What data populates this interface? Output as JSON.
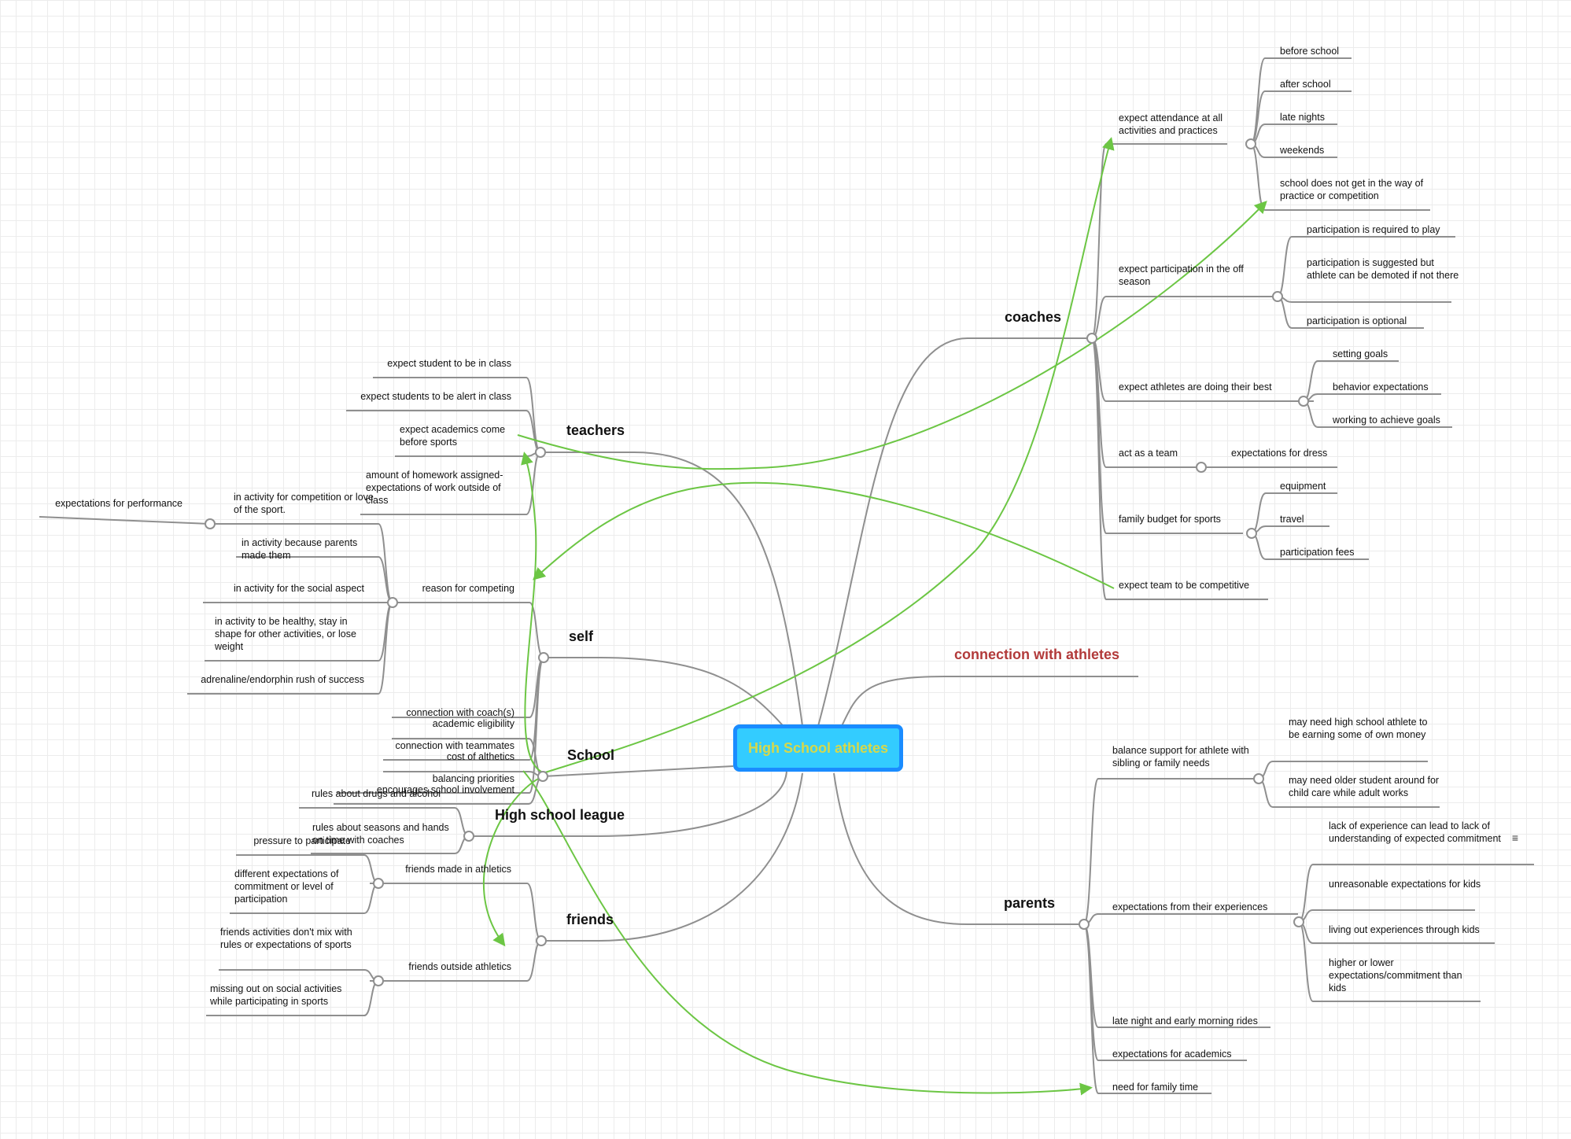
{
  "central": "High School athletes",
  "colors": {
    "connector": "#8f8f8f",
    "relation": "#6cc644",
    "central_border": "#1a8cff",
    "central_fill": "#33ccff",
    "central_text": "#d6d84a",
    "red_topic": "#b23a3a"
  },
  "note_icon": "notes-icon",
  "topics": {
    "coaches": "coaches",
    "teachers": "teachers",
    "self": "self",
    "school": "School",
    "league": "High school league",
    "friends": "friends",
    "parents": "parents",
    "connection": "connection with athletes"
  },
  "coaches": {
    "attendance": "expect attendance at all activities and practices",
    "attendance_items": [
      "before school",
      "after school",
      "late nights",
      "weekends",
      "school does not get in the way of practice or competition"
    ],
    "offseason": "expect participation in the off season",
    "offseason_items": [
      "participation is required to play",
      "participation is suggested but athlete can be demoted if not there",
      "participation is optional"
    ],
    "best": "expect athletes are doing their best",
    "best_items": [
      "setting goals",
      "behavior expectations",
      "working to achieve goals"
    ],
    "team": "act as a team",
    "team_items": [
      "expectations for dress"
    ],
    "budget": "family budget for sports",
    "budget_items": [
      "equipment",
      "travel",
      "participation fees"
    ],
    "competitive": "expect team to be competitive"
  },
  "teachers": {
    "items": [
      "expect student to be in class",
      "expect students to be alert in class",
      "expect academics come before sports",
      "amount of homework assigned- expectations of work outside of class"
    ]
  },
  "self": {
    "reason": "reason for competing",
    "reason_items": [
      "in activity for competition or love of the sport.",
      "in activity because parents made them",
      "in activity for the social aspect",
      "in activity to be healthy, stay in shape for other activities, or lose weight",
      "adrenaline/endorphin rush of success"
    ],
    "performance": "expectations for performance",
    "others": [
      "connection with coach(s)",
      "connection with teammates",
      "balancing priorities"
    ]
  },
  "school": {
    "items": [
      "academic eligibility",
      "cost of althetics",
      "encourages school involvement"
    ]
  },
  "league": {
    "items": [
      "rules about drugs and alcohol",
      "rules about seasons and hands on time with coaches"
    ]
  },
  "friends": {
    "made": "friends made in athletics",
    "made_items": [
      "pressure to participate",
      "different expectations of commitment or level of participation"
    ],
    "outside": "friends outside athletics",
    "outside_items": [
      "friends activities don't mix with rules or expectations of sports",
      "missing out on social activities while participating in sports"
    ]
  },
  "parents": {
    "balance": "balance support for athlete with sibling or family needs",
    "balance_items": [
      "may need high school athlete to be earning some of own money",
      "may need older student around for child care while adult works"
    ],
    "experiences": "expectations from their experiences",
    "experiences_items": [
      "lack of experience can lead to lack of understanding of expected commitment",
      "unreasonable expectations for kids",
      "living out experiences through kids",
      "higher or lower expectations/commitment than kids"
    ],
    "rides": "late night and early morning rides",
    "academics": "expectations for academics",
    "family": "need for family time"
  }
}
